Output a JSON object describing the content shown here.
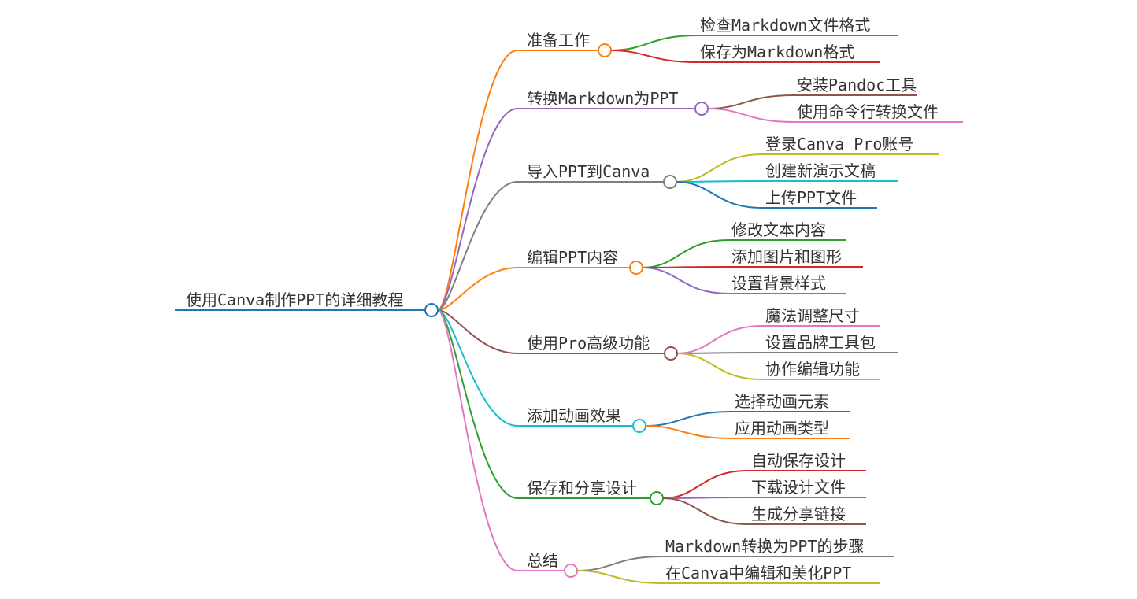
{
  "root": {
    "label": "使用Canva制作PPT的详细教程",
    "color": "#1f77b4"
  },
  "branches": [
    {
      "label": "准备工作",
      "color": "#ff7f0e",
      "children": [
        {
          "label": "检查Markdown文件格式",
          "color": "#2ca02c"
        },
        {
          "label": "保存为Markdown格式",
          "color": "#d62728"
        }
      ]
    },
    {
      "label": "转换Markdown为PPT",
      "color": "#9467bd",
      "children": [
        {
          "label": "安装Pandoc工具",
          "color": "#8c564b"
        },
        {
          "label": "使用命令行转换文件",
          "color": "#e377c2"
        }
      ]
    },
    {
      "label": "导入PPT到Canva",
      "color": "#7f7f7f",
      "children": [
        {
          "label": "登录Canva Pro账号",
          "color": "#bcbd22"
        },
        {
          "label": "创建新演示文稿",
          "color": "#17becf"
        },
        {
          "label": "上传PPT文件",
          "color": "#1f77b4"
        }
      ]
    },
    {
      "label": "编辑PPT内容",
      "color": "#ff7f0e",
      "children": [
        {
          "label": "修改文本内容",
          "color": "#2ca02c"
        },
        {
          "label": "添加图片和图形",
          "color": "#d62728"
        },
        {
          "label": "设置背景样式",
          "color": "#9467bd"
        }
      ]
    },
    {
      "label": "使用Pro高级功能",
      "color": "#8c564b",
      "children": [
        {
          "label": "魔法调整尺寸",
          "color": "#e377c2"
        },
        {
          "label": "设置品牌工具包",
          "color": "#7f7f7f"
        },
        {
          "label": "协作编辑功能",
          "color": "#bcbd22"
        }
      ]
    },
    {
      "label": "添加动画效果",
      "color": "#17becf",
      "children": [
        {
          "label": "选择动画元素",
          "color": "#1f77b4"
        },
        {
          "label": "应用动画类型",
          "color": "#ff7f0e"
        }
      ]
    },
    {
      "label": "保存和分享设计",
      "color": "#2ca02c",
      "children": [
        {
          "label": "自动保存设计",
          "color": "#d62728"
        },
        {
          "label": "下载设计文件",
          "color": "#9467bd"
        },
        {
          "label": "生成分享链接",
          "color": "#8c564b"
        }
      ]
    },
    {
      "label": "总结",
      "color": "#e377c2",
      "children": [
        {
          "label": "Markdown转换为PPT的步骤",
          "color": "#7f7f7f"
        },
        {
          "label": "在Canva中编辑和美化PPT",
          "color": "#bcbd22"
        }
      ]
    }
  ]
}
